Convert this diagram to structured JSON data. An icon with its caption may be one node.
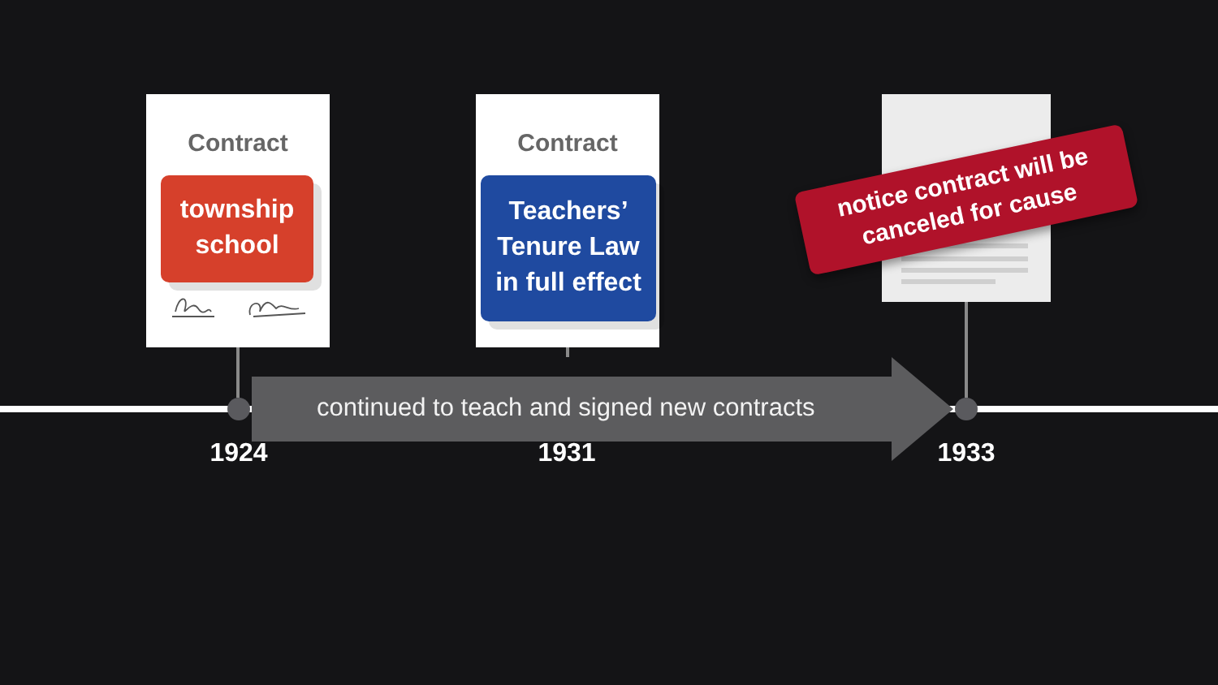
{
  "diagram": {
    "nodes": [
      {
        "text": [
          "Contract"
        ]
      },
      {
        "text": [
          "township school"
        ],
        "in": 0
      },
      {
        "text": [
          "Contract"
        ]
      },
      {
        "text": [
          "Teachers’ Tenure Law in full effect"
        ],
        "in": 2
      },
      {
        "text": [
          "notice contract will be canceled for cause"
        ]
      },
      {
        "text": [],
        "shape": "circle"
      },
      {
        "text": [
          "continued to teach and signed new contracts"
        ]
      },
      {
        "text": [],
        "shape": "circle"
      }
    ],
    "edges": [
      {
        "from": 0,
        "to": 5,
        "arrow": "none"
      },
      {
        "from": 2,
        "to": 6,
        "arrow": "none"
      },
      {
        "from": 4,
        "to": 7,
        "arrow": "none"
      }
    ],
    "labels": [
      "1924",
      "1931",
      "1933"
    ]
  }
}
